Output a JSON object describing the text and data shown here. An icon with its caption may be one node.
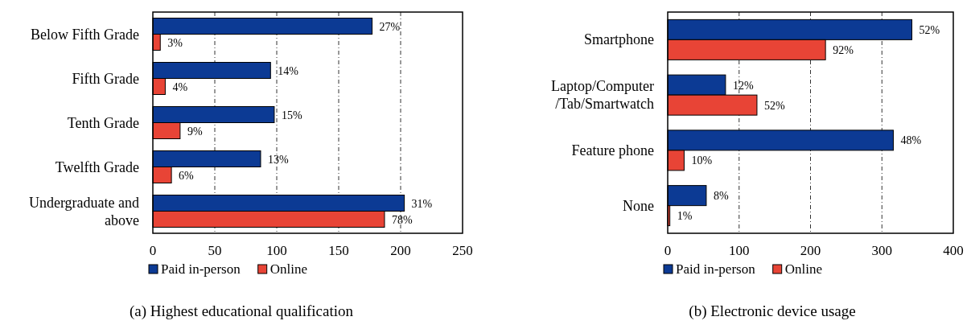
{
  "diagram": {
    "chart_data": [
      {
        "type": "bar",
        "title": "(a) Highest educational qualification",
        "orientation": "horizontal",
        "categories": [
          "Below Fifth Grade",
          "Fifth Grade",
          "Tenth Grade",
          "Twelfth Grade",
          "Undergraduate and above"
        ],
        "xlim": [
          0,
          250
        ],
        "xticks": [
          0,
          50,
          100,
          150,
          200,
          250
        ],
        "grid": true,
        "legend": "bottom",
        "series": [
          {
            "name": "Paid in-person",
            "color": "#0c3a94",
            "values": [
              177,
              95,
              98,
              87,
              203
            ]
          },
          {
            "name": "Online",
            "color": "#e84436",
            "values": [
              6,
              10,
              22,
              15,
              187
            ]
          }
        ],
        "value_labels": [
          [
            "27%",
            "14%",
            "15%",
            "13%",
            "31%"
          ],
          [
            "3%",
            "4%",
            "9%",
            "6%",
            "78%"
          ]
        ]
      },
      {
        "type": "bar",
        "title": "(b) Electronic device usage",
        "orientation": "horizontal",
        "categories": [
          "Smartphone",
          "Laptop/Computer /Tab/Smartwatch",
          "Feature phone",
          "None"
        ],
        "xlim": [
          0,
          400
        ],
        "xticks": [
          0,
          100,
          200,
          300,
          400
        ],
        "grid": true,
        "legend": "bottom",
        "series": [
          {
            "name": "Paid in-person",
            "color": "#0c3a94",
            "values": [
              342,
              81,
              316,
              54
            ]
          },
          {
            "name": "Online",
            "color": "#e84436",
            "values": [
              221,
              125,
              23,
              3
            ]
          }
        ],
        "value_labels": [
          [
            "52%",
            "12%",
            "48%",
            "8%"
          ],
          [
            "92%",
            "52%",
            "10%",
            "1%"
          ]
        ]
      }
    ]
  }
}
